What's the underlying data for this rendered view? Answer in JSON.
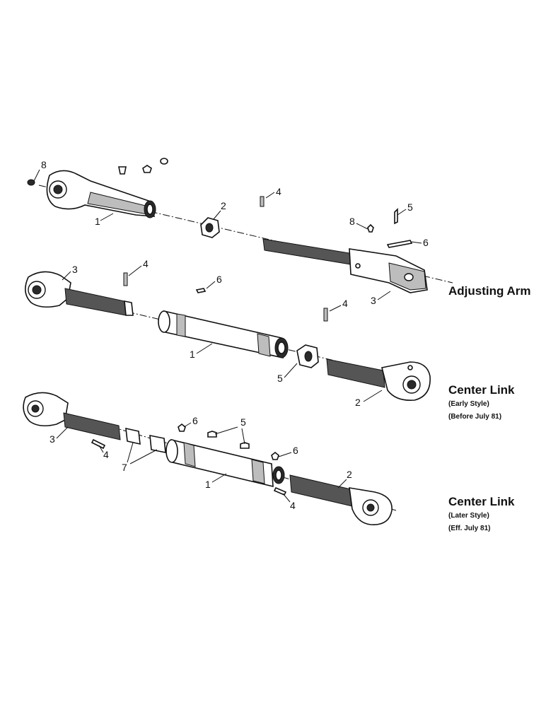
{
  "assemblies": [
    {
      "id": "adjusting-arm",
      "title": "Adjusting Arm",
      "subtitle_lines": [],
      "callouts": [
        "8",
        "1",
        "2",
        "4",
        "8",
        "5",
        "6",
        "3"
      ]
    },
    {
      "id": "center-link-early",
      "title": "Center Link",
      "subtitle_lines": [
        "(Early Style)",
        "(Before July 81)"
      ],
      "callouts": [
        "3",
        "4",
        "6",
        "1",
        "4",
        "5",
        "2"
      ]
    },
    {
      "id": "center-link-later",
      "title": "Center Link",
      "subtitle_lines": [
        "(Later Style)",
        "(Eff. July 81)"
      ],
      "callouts": [
        "6",
        "5",
        "3",
        "4",
        "7",
        "1",
        "6",
        "2",
        "4"
      ]
    }
  ]
}
